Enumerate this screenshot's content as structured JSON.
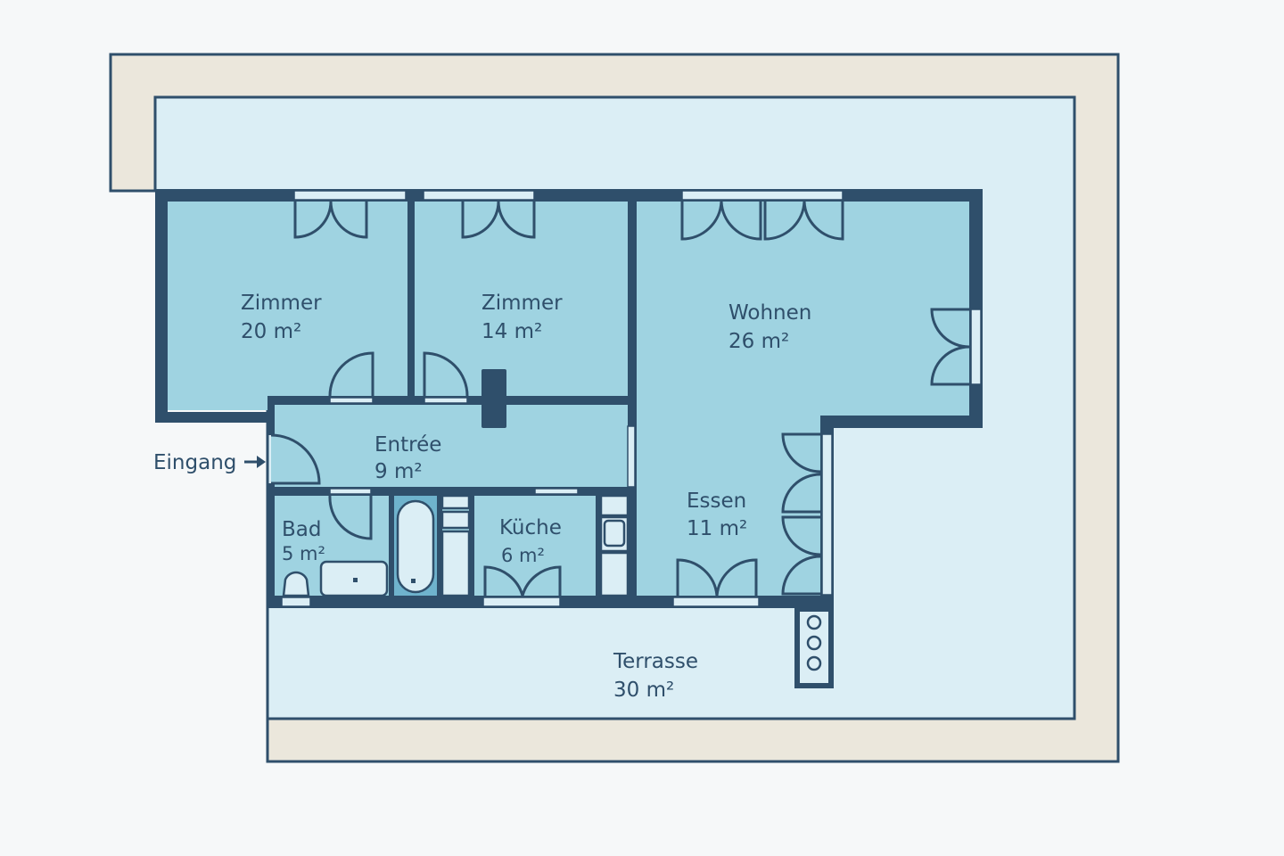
{
  "plan": {
    "colors": {
      "background": "#f6f8f9",
      "outer_border": "#ebe7dc",
      "terrace_area": "#dbeef5",
      "room_fill": "#9fd3e1",
      "wall": "#2f4f6b",
      "window": "#dbeef5",
      "bath_tub": "#6fb3cd"
    },
    "entrance": {
      "label": "Eingang",
      "arrow": "→"
    },
    "rooms": [
      {
        "id": "zimmer1",
        "name": "Zimmer",
        "area": "20 m²"
      },
      {
        "id": "zimmer2",
        "name": "Zimmer",
        "area": "14 m²"
      },
      {
        "id": "wohnen",
        "name": "Wohnen",
        "area": "26 m²"
      },
      {
        "id": "entree",
        "name": "Entrée",
        "area": "9 m²"
      },
      {
        "id": "bad",
        "name": "Bad",
        "area": "5 m²"
      },
      {
        "id": "kueche",
        "name": "Küche",
        "area": "6 m²"
      },
      {
        "id": "essen",
        "name": "Essen",
        "area": "11 m²"
      },
      {
        "id": "terrasse",
        "name": "Terrasse",
        "area": "30 m²"
      }
    ]
  }
}
